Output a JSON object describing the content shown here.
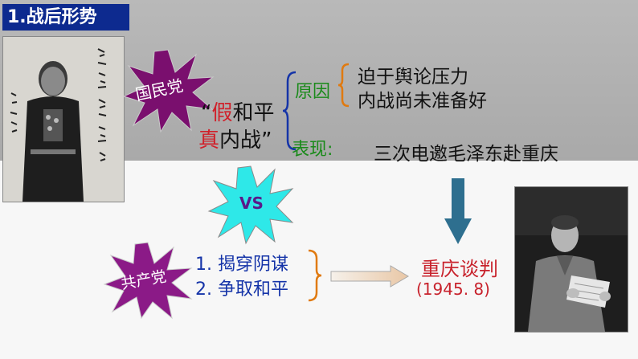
{
  "section_title": "1.战后形势",
  "kmt": {
    "badge": "国民党",
    "quote_open": "“",
    "quote_red1": "假",
    "quote_rest1": "和平",
    "quote_red2": "真",
    "quote_rest2": "内战”",
    "reason_label": "原因",
    "reasons": [
      "迫于舆论压力",
      "内战尚未准备好"
    ],
    "manifest_label": "表现:",
    "manifest_text": "三次电邀毛泽东赴重庆"
  },
  "vs_badge": "VS",
  "cpc": {
    "badge": "共产党",
    "items": [
      "1. 揭穿阴谋",
      "2. 争取和平"
    ]
  },
  "talks": {
    "title": "重庆谈判",
    "date": "(1945. 8)"
  },
  "colors": {
    "title_bg": "#0d2a8f",
    "kmt_star": "#7a0f6e",
    "vs_star": "#2ee8e8",
    "cpc_star": "#8b1a87",
    "red_text": "#c8222c",
    "blue_text": "#1534a8",
    "green_text": "#1a8a1a",
    "down_arrow": "#2e6f8f"
  }
}
